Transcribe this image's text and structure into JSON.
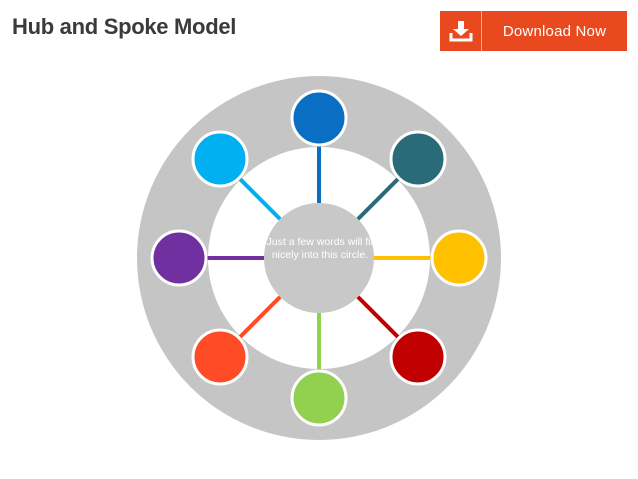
{
  "header": {
    "title": "Hub and Spoke Model"
  },
  "download_button": {
    "label": "Download Now",
    "icon": "download-icon",
    "color": "#e8491f"
  },
  "diagram": {
    "hub_text": "Just a few words will fit nicely into this circle.",
    "hub_color": "#c8c8c8",
    "outer_ring_color": "#c5c5c5",
    "inner_disk_color": "#ffffff",
    "spokes": [
      {
        "name": "top",
        "color": "#0a6fc2"
      },
      {
        "name": "top-right",
        "color": "#2a6b7a"
      },
      {
        "name": "right",
        "color": "#ffc000"
      },
      {
        "name": "bottom-right",
        "color": "#c00000"
      },
      {
        "name": "bottom",
        "color": "#92d050"
      },
      {
        "name": "bottom-left",
        "color": "#ff4b26"
      },
      {
        "name": "left",
        "color": "#7030a0"
      },
      {
        "name": "top-left",
        "color": "#00b0f0"
      }
    ]
  }
}
